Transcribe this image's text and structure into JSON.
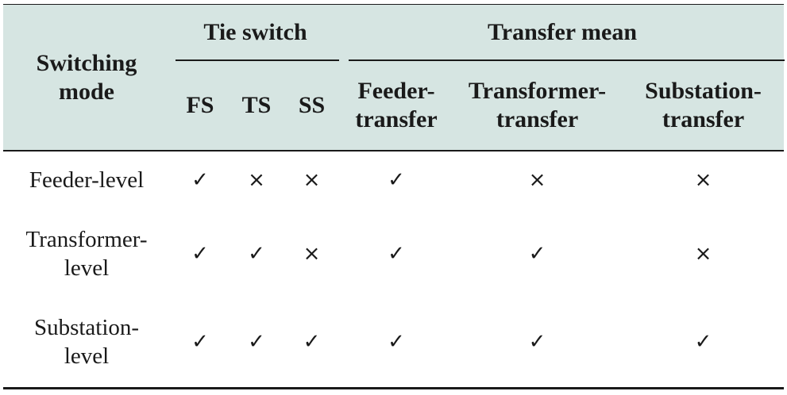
{
  "header": {
    "switching_mode_line1": "Switching",
    "switching_mode_line2": "mode",
    "tie_switch": "Tie switch",
    "transfer_mean": "Transfer mean",
    "fs": "FS",
    "ts": "TS",
    "ss": "SS",
    "feeder_transfer_line1": "Feeder-",
    "feeder_transfer_line2": "transfer",
    "transformer_transfer_line1": "Transformer-",
    "transformer_transfer_line2": "transfer",
    "substation_transfer_line1": "Substation-",
    "substation_transfer_line2": "transfer"
  },
  "rows": [
    {
      "mode_line1": "Feeder-level",
      "mode_line2": "",
      "fs": "✓",
      "ts": "×",
      "ss": "×",
      "feeder": "✓",
      "transformer": "×",
      "substation": "×"
    },
    {
      "mode_line1": "Transformer-",
      "mode_line2": "level",
      "fs": "✓",
      "ts": "✓",
      "ss": "×",
      "feeder": "✓",
      "transformer": "✓",
      "substation": "×"
    },
    {
      "mode_line1": "Substation-",
      "mode_line2": "level",
      "fs": "✓",
      "ts": "✓",
      "ss": "✓",
      "feeder": "✓",
      "transformer": "✓",
      "substation": "✓"
    }
  ]
}
